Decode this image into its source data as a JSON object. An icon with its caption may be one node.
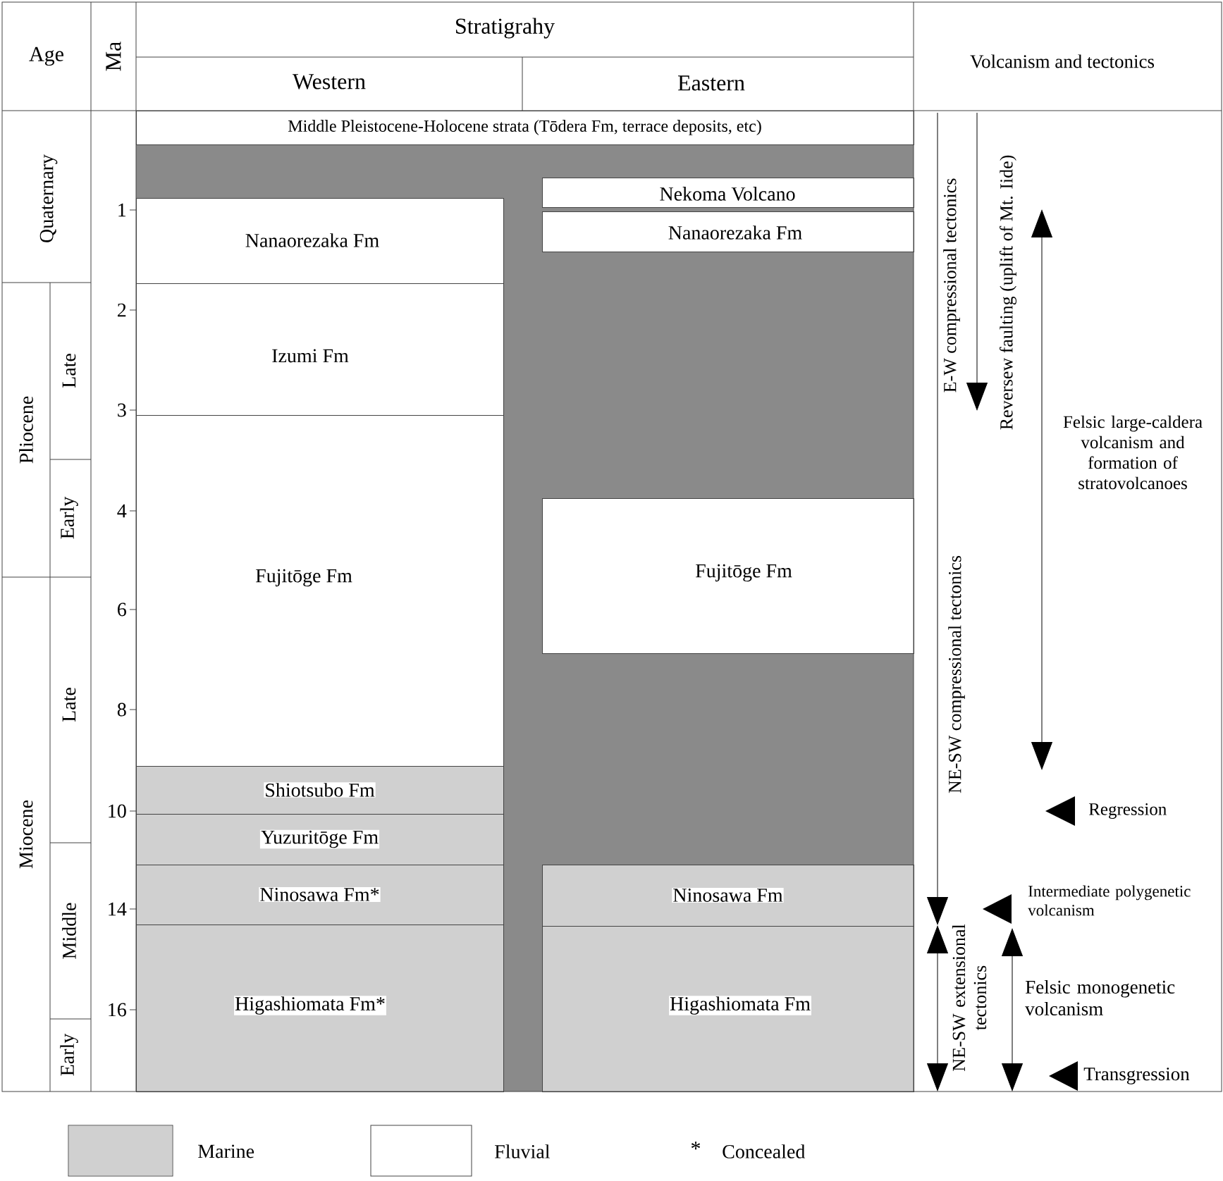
{
  "diagram": {
    "nodes": [
      {
        "text": [
          "Middle Pleistocene-Holocene strata (Tōdera Fm, terrace deposits, etc)"
        ]
      },
      {
        "text": [
          "Nekoma Volcano"
        ]
      },
      {
        "text": [
          "Nanaorezaka Fm"
        ]
      },
      {
        "text": [
          "Nanaorezaka Fm"
        ]
      },
      {
        "text": [
          "Izumi Fm"
        ]
      },
      {
        "text": [
          "Fujitōge Fm"
        ]
      },
      {
        "text": [
          "Fujitōge Fm"
        ]
      },
      {
        "text": [
          "Shiotsubo Fm"
        ]
      },
      {
        "text": [
          "Yuzuritōge Fm"
        ]
      },
      {
        "text": [
          "Ninosawa Fm*"
        ]
      },
      {
        "text": [
          "Ninosawa Fm"
        ]
      },
      {
        "text": [
          "Higashiomata Fm*"
        ]
      },
      {
        "text": [
          "Higashiomata Fm"
        ]
      }
    ],
    "labels": [
      "Age",
      "Ma",
      "Stratigrahy",
      "Western",
      "Eastern",
      "Volcanism and tectonics",
      "Quaternary",
      "Pliocene",
      "Late",
      "Early",
      "Miocene",
      "Late",
      "Middle",
      "Early",
      "1",
      "2",
      "3",
      "4",
      "6",
      "8",
      "10",
      "14",
      "16",
      "E-W compressional tectonics",
      "Reversew faulting (uplift of Mt. Iide)",
      "Felsic large-caldera volcanism and formation of stratovolcanoes",
      "NE-SW compressional tectonics",
      "Regression",
      "Intermediate polygenetic volcanism",
      "NE-SW extensional tectonics",
      "Felsic monogenetic volcanism",
      "Transgression",
      "*"
    ],
    "legend": [
      {
        "text": "Marine",
        "color": "#d0d0d0"
      },
      {
        "text": "Fluvial"
      },
      {
        "text": "Concealed"
      }
    ]
  }
}
